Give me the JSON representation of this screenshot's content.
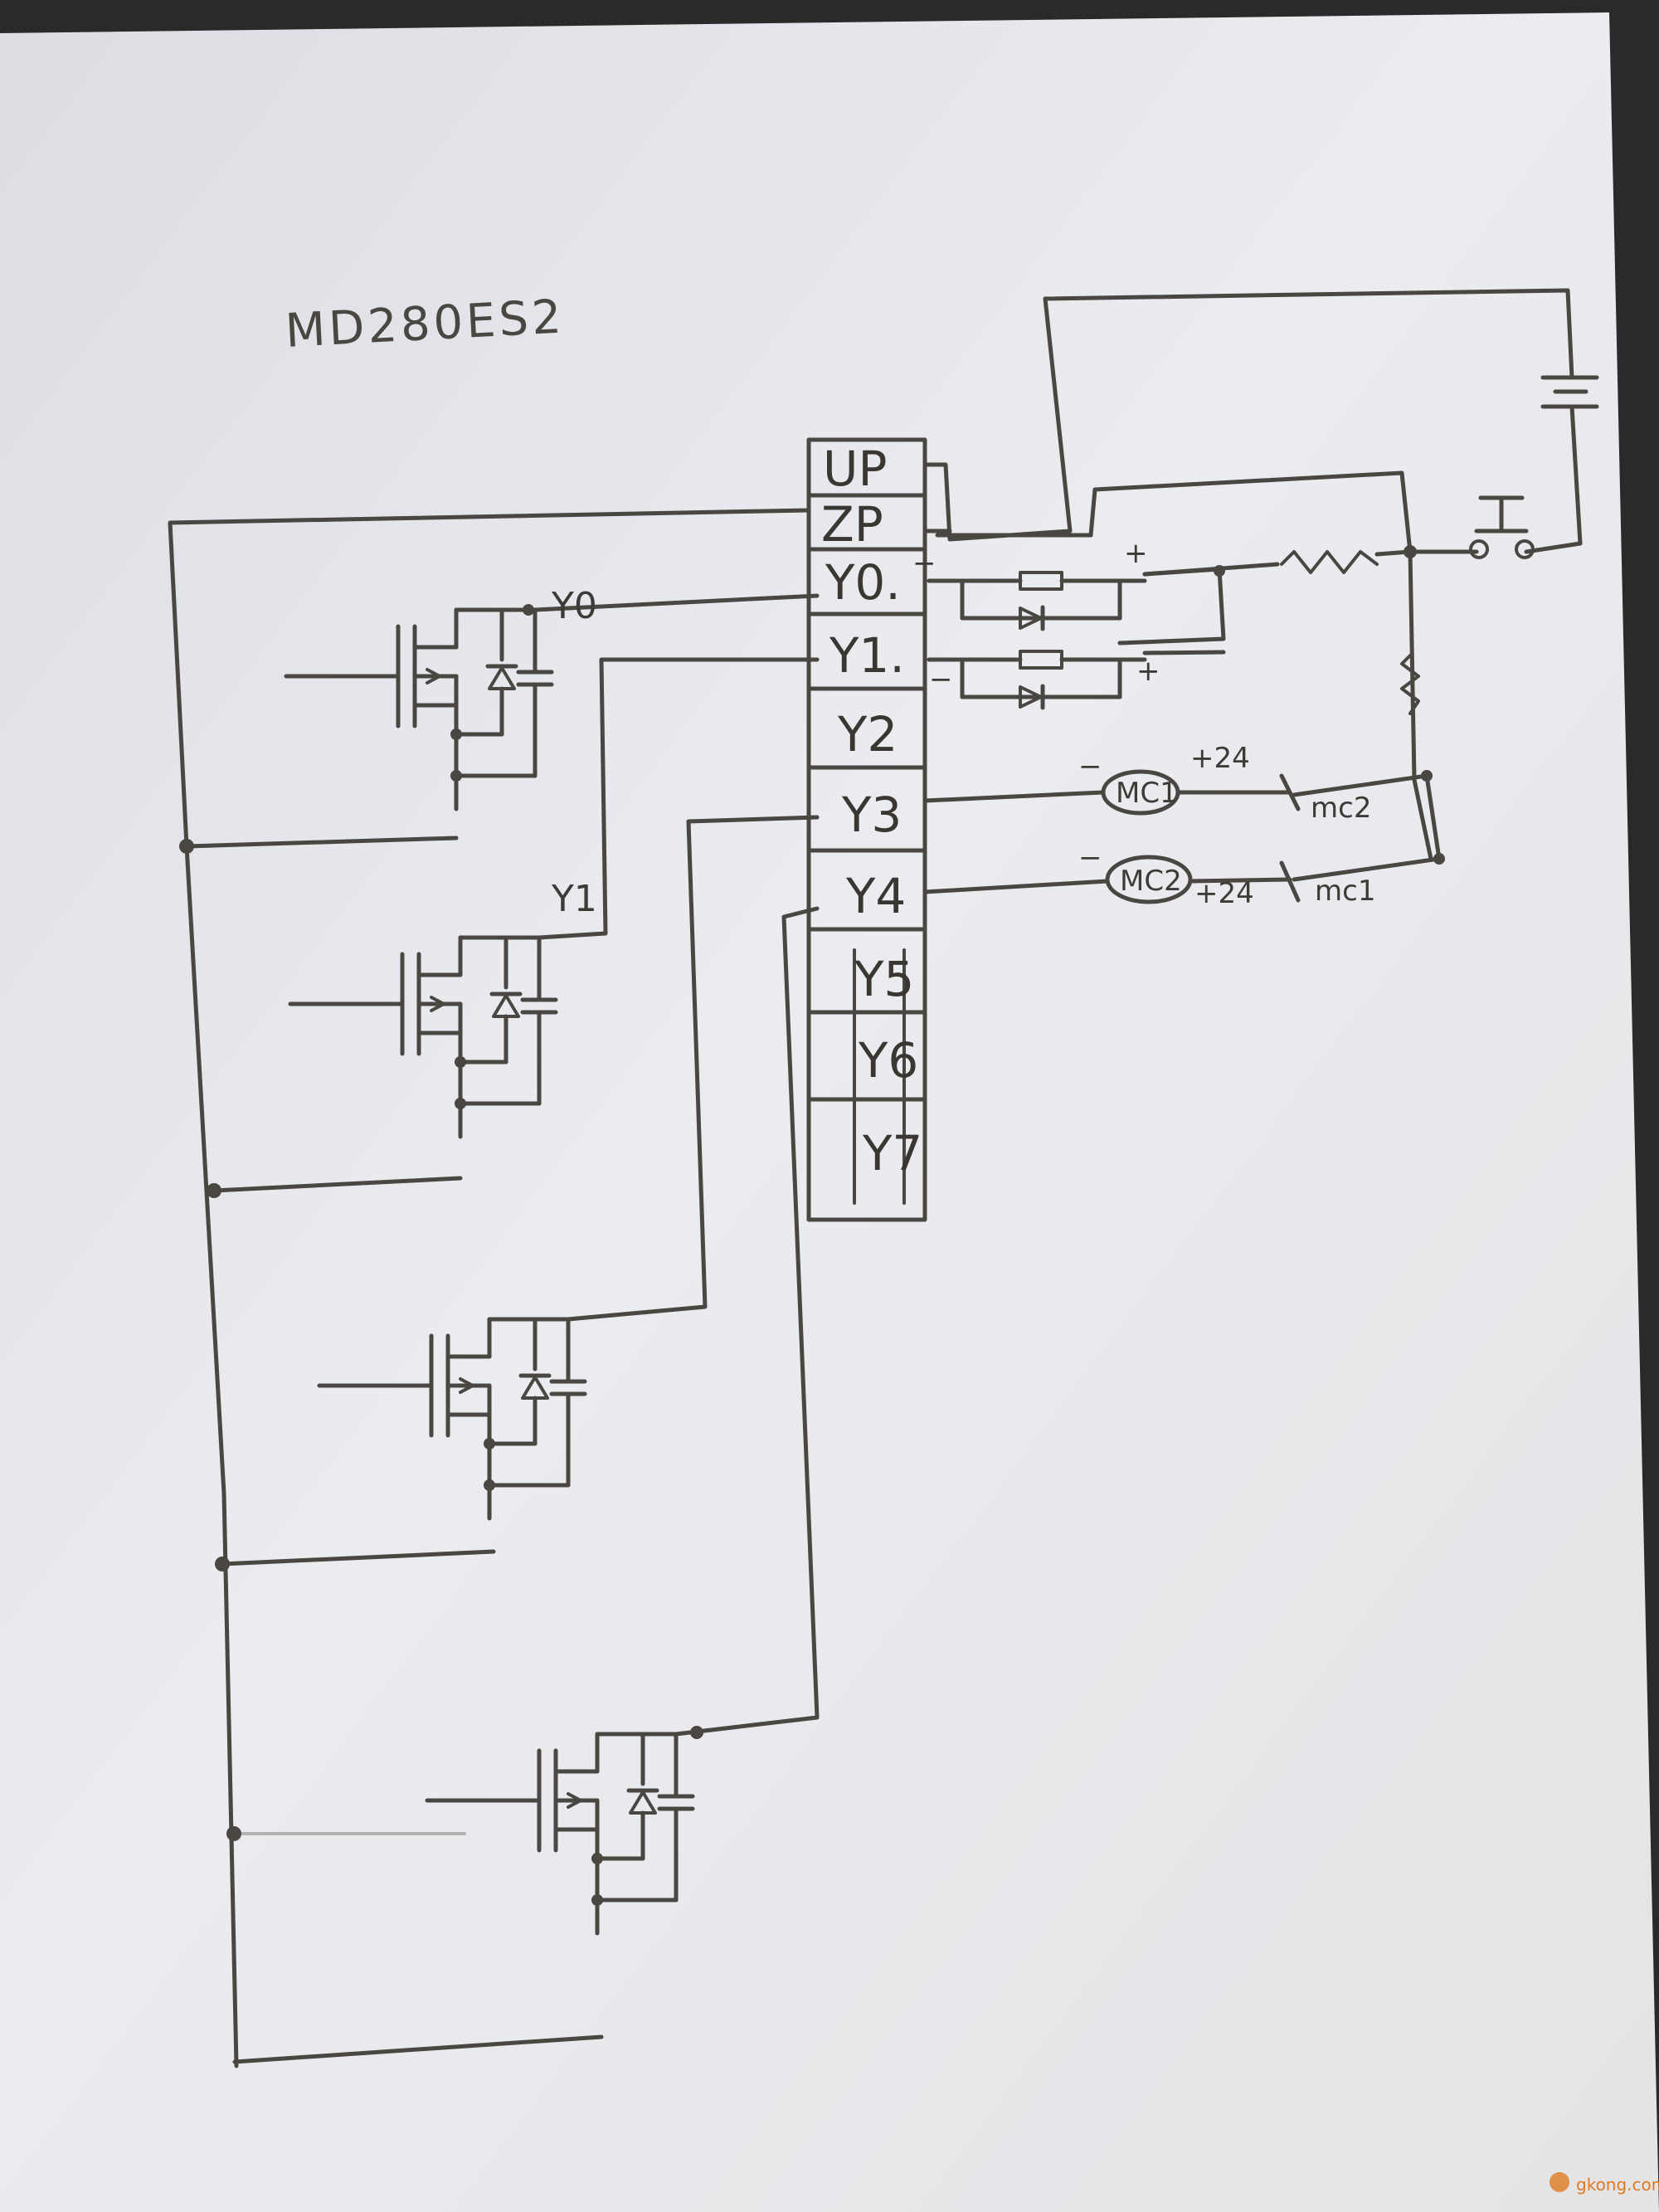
{
  "title": "MD280ES2",
  "terminals": [
    "UP",
    "ZP",
    "Y0.",
    "Y1.",
    "Y2",
    "Y3",
    "Y4",
    "Y5",
    "Y6",
    "Y7"
  ],
  "mosfet_labels": [
    "Y0",
    "Y1"
  ],
  "signs": {
    "minus": "−",
    "plus": "+"
  },
  "coils": [
    {
      "name": "MC1",
      "supply": "+24",
      "interlock": "mc2"
    },
    {
      "name": "MC2",
      "supply": "+24",
      "interlock": "mc1"
    }
  ],
  "watermark": "gkong.com",
  "colors": {
    "paper": "#e9eaee",
    "ink": "#4a4742",
    "background": "#2a2a2a"
  }
}
